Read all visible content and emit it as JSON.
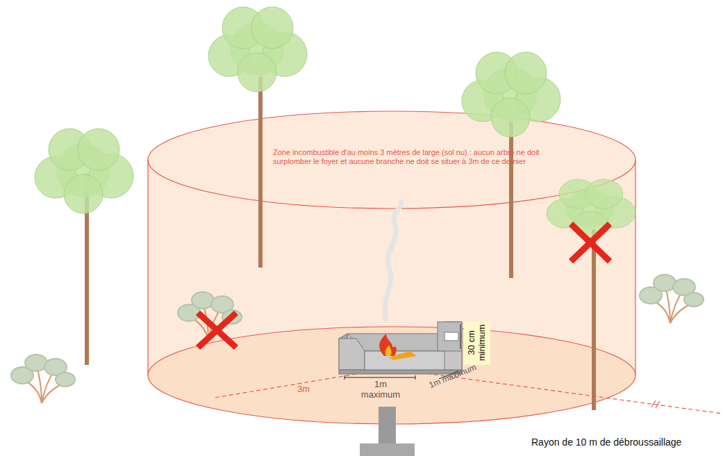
{
  "diagram": {
    "labels": [
      "Zone incombustible d'au moins 3 mètres de large (sol nu) : aucun arbre ne doit surplomber le foyer et aucune branche ne doit se situer à 3m de ce dernier",
      "30 cm minimum",
      "1m maximum",
      "1m maximum",
      "3m",
      "Rayon de 10 m de débroussaillage"
    ]
  }
}
